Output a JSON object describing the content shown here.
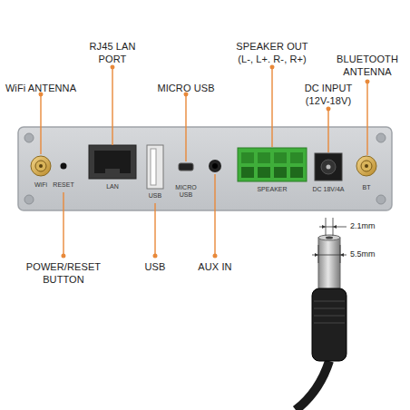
{
  "diagram": {
    "labels": [
      "WiFi ANTENNA",
      "RJ45 LAN PORT",
      "MICRO USB",
      "SPEAKER OUT",
      "(L-, L+. R-, R+)",
      "DC INPUT",
      "(12V-18V)",
      "BLUETOOTH ANTENNA",
      "POWER/RESET BUTTON",
      "USB",
      "AUX IN",
      "WiFi",
      "RESET",
      "LAN",
      "USB",
      "MICRO USB",
      "SPEAKER",
      "DC 18V/4A",
      "BT",
      "2.1mm",
      "5.5mm"
    ]
  }
}
